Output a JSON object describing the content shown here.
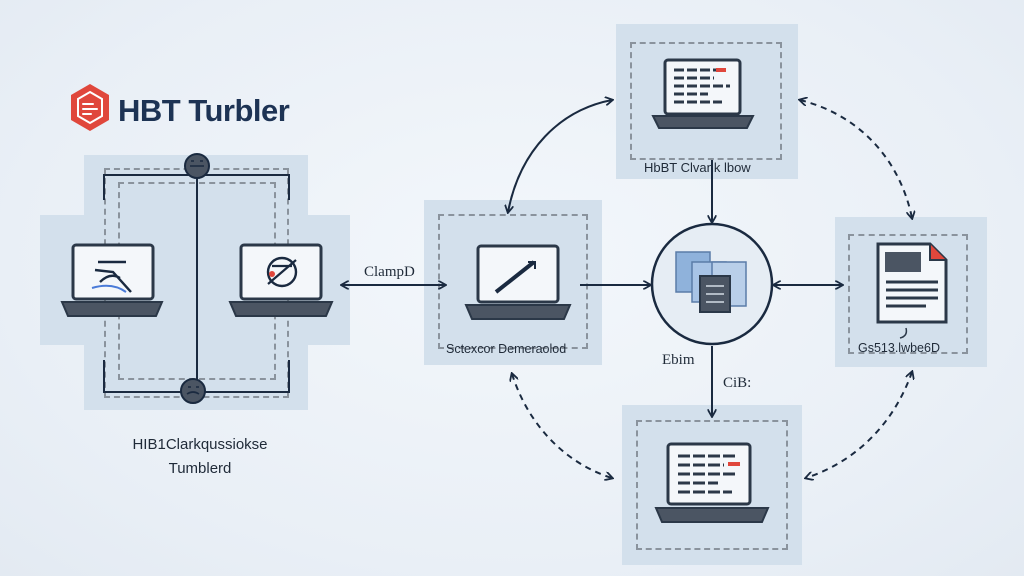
{
  "brand": {
    "title": "HBT Turbler",
    "accent": "#e0473c",
    "dark": "#1d3354"
  },
  "left_group": {
    "caption_line1": "HIB1Clarkqussiokse",
    "caption_line2": "Tumblerd"
  },
  "labels": {
    "clamp": "ClampD",
    "center_laptop": "Sctexcor Demeraolod",
    "top_laptop": "HbBT Clvank lbow",
    "right_doc": "Gs513.lwbe6D",
    "hub_bottom": "Ebim",
    "arrow_down": "CiB:"
  },
  "icons": {
    "logo": "hexagon-logo-icon",
    "laptop": "laptop-icon",
    "document": "document-icon",
    "hub": "database-stack-icon",
    "node": "node-connector-icon"
  }
}
